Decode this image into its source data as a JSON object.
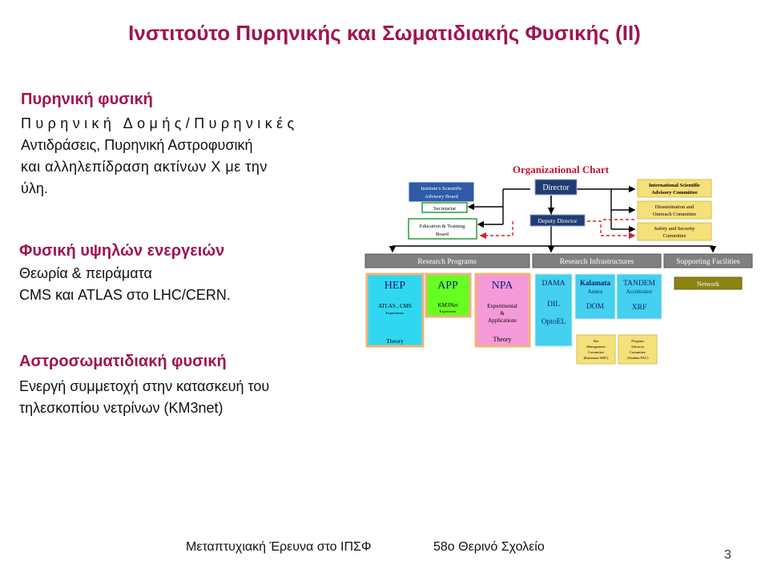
{
  "slide": {
    "title": "Ινστιτούτο Πυρηνικής και Σωματιδιακής Φυσικής (ΙΙ)",
    "sections": [
      {
        "heading": "Πυρηνική φυσική",
        "lines": [
          "Πυρηνική Δομής/Πυρηνικές",
          "Αντιδράσεις,  Πυρηνική Αστροφυσική",
          "και αλληλεπίδραση ακτίνων Χ με την",
          "ύλη."
        ]
      },
      {
        "heading": "Φυσική υψηλών ενεργειών",
        "lines": [
          "Θεωρία & πειράματα",
          "CMS και ATLAS  στο LHC/CERN."
        ]
      },
      {
        "heading": "Αστροσωματιδιακή φυσική",
        "lines": [
          "Ενεργή συμμετοχή στην κατασκευή του",
          "τηλεσκοπίου νετρίνων  (ΚΜ3net)"
        ]
      }
    ],
    "footer": {
      "left": "Μεταπτυχιακή Έρευνα στο ΙΠΣΦ",
      "right": "58ο Θερινό Σχολείο",
      "page": "3"
    }
  },
  "org_chart": {
    "title": "Organizational Chart",
    "director": "Director",
    "deputy_director": "Deputy Director",
    "advisory_board": [
      "Institute's Scientific",
      "Advisory Board"
    ],
    "secretariat": "Secretariat",
    "education_training": [
      "Education & Training",
      "Board"
    ],
    "international_committee": [
      "International Scientific",
      "Advisory Committee"
    ],
    "dissemination": [
      "Dissemination and",
      "Outreach Committee"
    ],
    "safety": [
      "Safety and Security",
      "Committee"
    ],
    "bars": [
      "Research Programs",
      "Research Infrastructures",
      "Supporting Facilities"
    ],
    "hep": {
      "name": "HEP",
      "sub1": "ATLAS , CMS",
      "sub2": "Experiments",
      "theory": "Theory"
    },
    "app": {
      "name": "APP",
      "sub1": "KM3Net",
      "sub2": "Experiment"
    },
    "npa": {
      "name": "NPA",
      "sub": [
        "Experimental",
        "&",
        "Applications"
      ],
      "theory": "Theory"
    },
    "dama_col": [
      "DAMA",
      "DIL",
      "OptoEL"
    ],
    "kalamata": {
      "name": "Kalamata",
      "sub": "Annex",
      "dom": "DOM"
    },
    "tandem": {
      "name": "TANDEM",
      "sub": "Accelerator",
      "xrf": "XRF"
    },
    "network": "Network",
    "site_mgmt": [
      "Site",
      "Management",
      "Committee",
      "(Kalamata SMC)"
    ],
    "program_adv": [
      "Program",
      "Advisory",
      "Committee",
      "(Tandem PAC)"
    ],
    "colors": {
      "title_red": "#c8102e",
      "navy": "#1f3c73",
      "grey_bar": "#808080",
      "hep": "#2fd8f0",
      "app": "#66ff22",
      "npa": "#f59ad8",
      "dama": "#44d0ee",
      "yellow": "#f5e07a",
      "network": "#8a8412"
    }
  }
}
